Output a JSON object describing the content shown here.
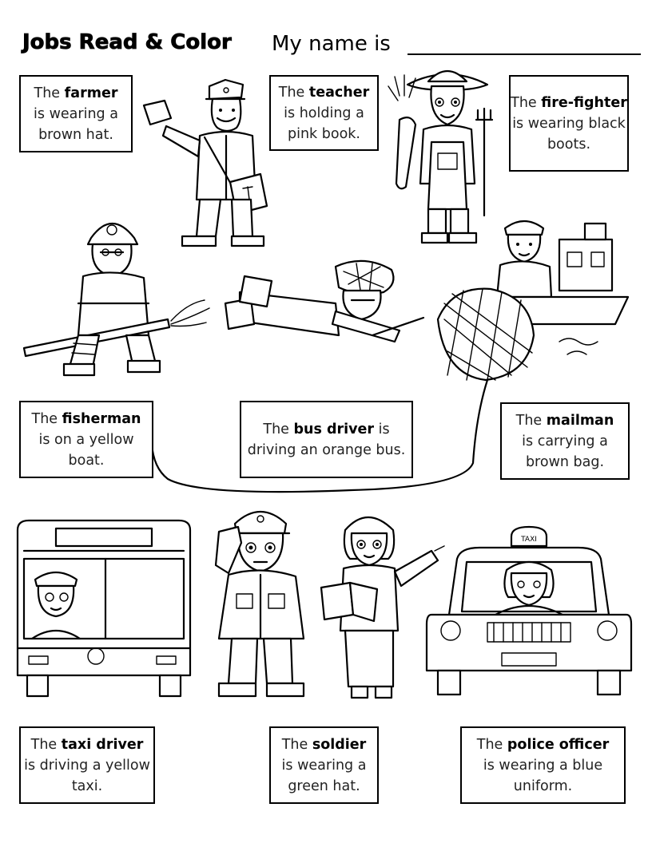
{
  "header": {
    "title": "Jobs Read & Color",
    "name_label": "My name is"
  },
  "boxes": [
    {
      "pre": "The ",
      "job": "farmer",
      "post": "is wearing a brown hat."
    },
    {
      "pre": "The ",
      "job": "teacher",
      "post": "is holding a pink book."
    },
    {
      "pre": "The ",
      "job": "fire-fighter",
      "post": "is wearing black boots."
    },
    {
      "pre": "The ",
      "job": "fisherman",
      "post": "is on a yellow boat."
    },
    {
      "pre": "The ",
      "job": "bus driver",
      "post": "is driving an orange bus."
    },
    {
      "pre": "The ",
      "job": "mailman",
      "post": "is carrying a brown bag."
    },
    {
      "pre": "The ",
      "job": "taxi driver",
      "post": "is driving a yellow taxi."
    },
    {
      "pre": "The ",
      "job": "soldier",
      "post": "is wearing a green hat."
    },
    {
      "pre": "The ",
      "job": "police officer",
      "post": "is wearing a blue uniform."
    }
  ],
  "illustrations": {
    "taxi_sign": "TAXI"
  }
}
